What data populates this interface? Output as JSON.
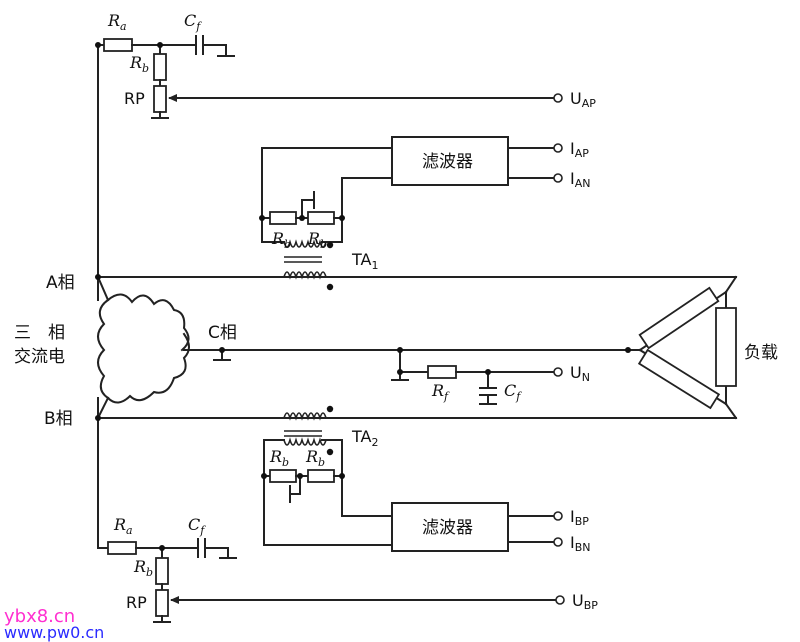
{
  "labels": {
    "phase_a": "A相",
    "phase_b": "B相",
    "phase_c": "C相",
    "source_line1": "三　相",
    "source_line2": "交流电",
    "load": "负载",
    "filter": "滤波器",
    "ta1": "TA",
    "ta1_sub": "1",
    "ta2": "TA",
    "ta2_sub": "2",
    "rp": "RP",
    "R": "R",
    "C": "C",
    "sub_a": "a",
    "sub_b": "b",
    "sub_f": "f"
  },
  "outputs": {
    "uap": "U",
    "uap_sub": "AP",
    "iap": "I",
    "iap_sub": "AP",
    "ian": "I",
    "ian_sub": "AN",
    "un": "U",
    "un_sub": "N",
    "ibp": "I",
    "ibp_sub": "BP",
    "ibn": "I",
    "ibn_sub": "BN",
    "ubp": "U",
    "ubp_sub": "BP"
  },
  "watermark": {
    "line1": "ybx8.cn",
    "line2": "www.pw0.cn"
  }
}
